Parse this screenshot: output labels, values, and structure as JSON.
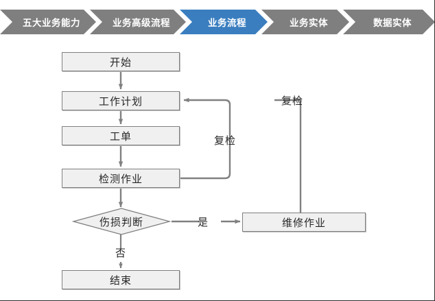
{
  "breadcrumb": {
    "active_color": "#3a7ebf",
    "inactive_color": "#7f7f7f",
    "text_color": "#ffffff",
    "items": [
      {
        "label": "五大业务能力",
        "active": false
      },
      {
        "label": "业务高级流程",
        "active": false
      },
      {
        "label": "业务流程",
        "active": true
      },
      {
        "label": "业务实体",
        "active": false
      },
      {
        "label": "数据实体",
        "active": false
      }
    ]
  },
  "flowchart": {
    "node_fill": "#f0f0f0",
    "node_border": "#7f7f7f",
    "connector_color": "#808080",
    "nodes": {
      "start": "开始",
      "work_plan": "工作计划",
      "work_order": "工单",
      "inspection": "检测作业",
      "damage_decision": "伤损判断",
      "repair": "维修作业",
      "end": "结束"
    },
    "edge_labels": {
      "recheck_inner": "复检",
      "recheck_outer": "复检",
      "yes": "是",
      "no": "否"
    }
  }
}
